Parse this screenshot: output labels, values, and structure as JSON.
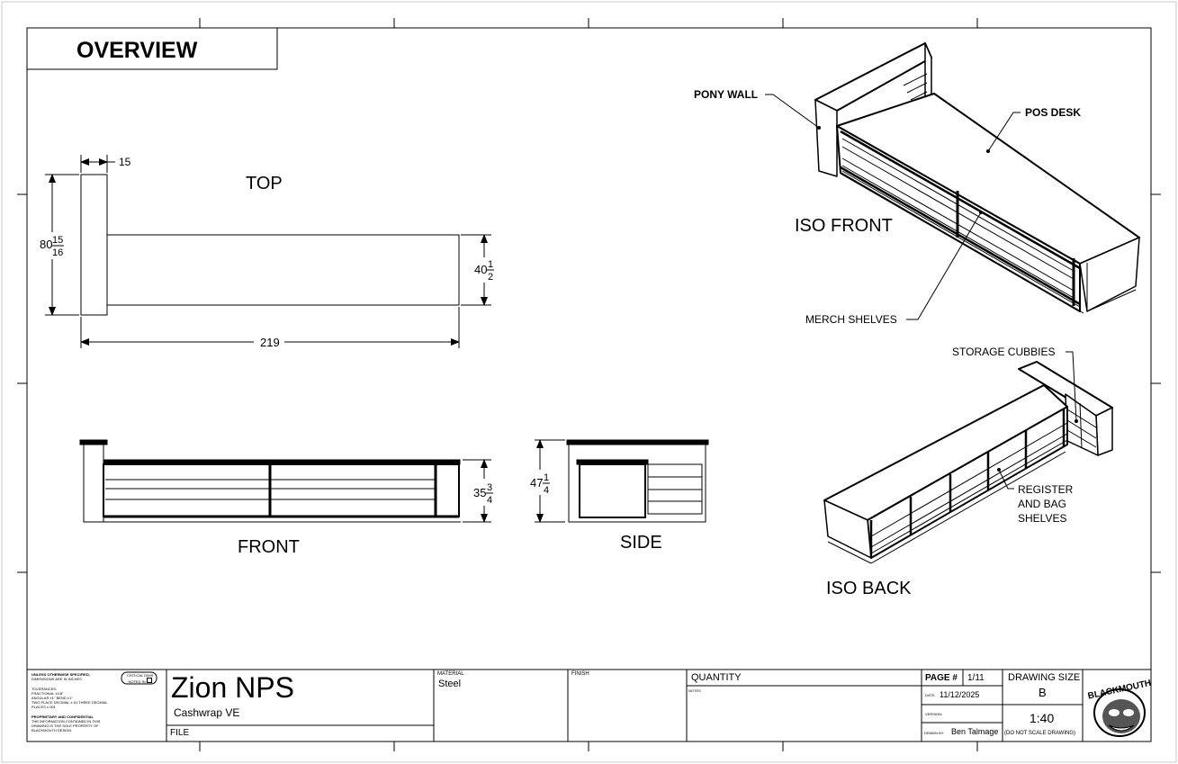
{
  "sheet": {
    "title": "OVERVIEW"
  },
  "views": {
    "top": "TOP",
    "front": "FRONT",
    "side": "SIDE",
    "iso_front": "ISO FRONT",
    "iso_back": "ISO BACK"
  },
  "dimensions": {
    "top_width": "15",
    "top_depth_whole": "80",
    "top_depth_num": "15",
    "top_depth_den": "16",
    "desk_depth_whole": "40",
    "desk_depth_num": "1",
    "desk_depth_den": "2",
    "overall_length": "219",
    "front_height_whole": "35",
    "front_height_num": "3",
    "front_height_den": "4",
    "side_height_whole": "47",
    "side_height_num": "1",
    "side_height_den": "4"
  },
  "callouts": {
    "pony_wall": "PONY WALL",
    "pos_desk": "POS DESK",
    "merch_shelves": "MERCH SHELVES",
    "storage_cubbies": "STORAGE CUBBIES",
    "register_1": "REGISTER",
    "register_2": "AND BAG",
    "register_3": "SHELVES"
  },
  "title_block": {
    "unless_line1": "UNLESS OTHERWISE SPECIFIED,",
    "unless_line2": "DIMENSIONS ARE IN INCHES",
    "tol_line1": "TOLERANCES:",
    "tol_line2": "FRACTIONAL ±1/8\"",
    "tol_line3": "ANGULAR ±1°  BEND ±1°",
    "tol_line4": "TWO PLACE DECIMAL  ±.01  THREE DECIMAL",
    "tol_line5": "PLACES ±.001",
    "prop_line1": "PROPRIETARY AND CONFIDENTIAL",
    "prop_line2": "THE INFORMATION CONTAINED IN THIS",
    "prop_line3": "DRAWING IS THE SOLE PROPERTY OF",
    "prop_line4": "BLACKMOUTH DESIGN",
    "critical_1": "CRITICAL DIMS",
    "critical_2": "NOTED IN",
    "project": "Zion NPS",
    "subtitle": "Cashwrap VE",
    "file_label": "FILE",
    "material_label": "MATERIAL",
    "material_value": "Steel",
    "finish_label": "FINISH",
    "quantity_label": "QUANTITY",
    "notes_label": "NOTES",
    "page_label": "PAGE #",
    "page_value": "1/11",
    "date_label": "DATE:",
    "date_value": "11/12/2025",
    "version_label": "VERSION:",
    "drawn_by_label": "DRAWN BY:",
    "drawn_by_value": "Ben Talmage",
    "drawing_size_label": "DRAWING SIZE",
    "drawing_size_value": "B",
    "scale_value": "1:40",
    "scale_note": "(DO NOT SCALE DRAWING)",
    "logo_text": "BLACKMOUTH"
  }
}
